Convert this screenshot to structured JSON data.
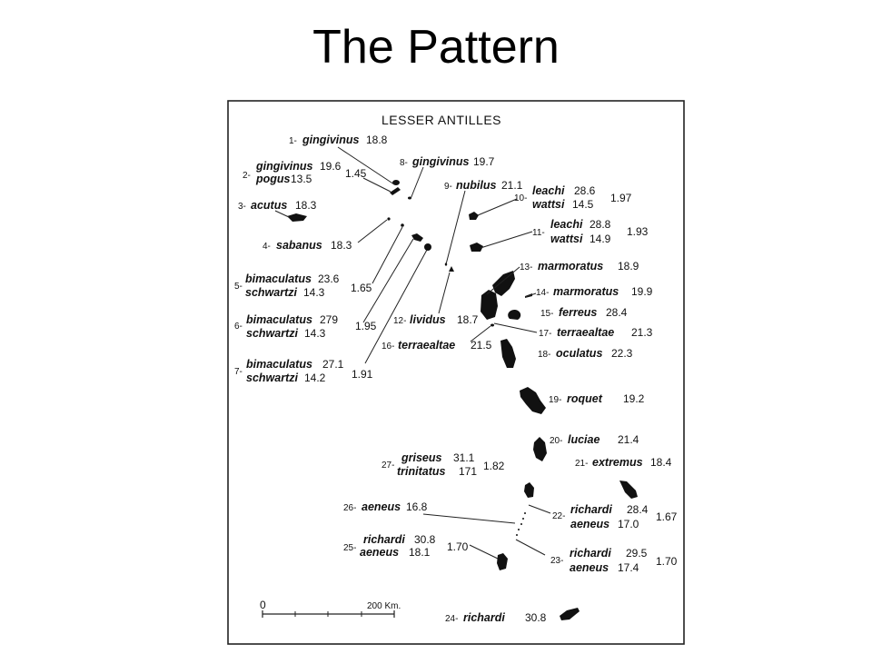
{
  "slide": {
    "title": "The Pattern"
  },
  "map": {
    "title": "LESSER ANTILLES",
    "scale_label_0": "0",
    "scale_label_200": "200 Km."
  },
  "labels": {
    "l1": {
      "num": "1-",
      "name": "gingivinus",
      "value": "18.8"
    },
    "l2": {
      "num": "2-",
      "name": "gingivinus",
      "value": "19.6",
      "name2": "pogus",
      "value2": "13.5",
      "ratio": "1.45"
    },
    "l3": {
      "num": "3-",
      "name": "acutus",
      "value": "18.3"
    },
    "l4": {
      "num": "4-",
      "name": "sabanus",
      "value": "18.3"
    },
    "l5": {
      "num": "5-",
      "name": "bimaculatus",
      "value": "23.6",
      "name2": "schwartzi",
      "value2": "14.3",
      "ratio": "1.65"
    },
    "l6": {
      "num": "6-",
      "name": "bimaculatus",
      "value": "279",
      "name2": "schwartzi",
      "value2": "14.3",
      "ratio": "1.95"
    },
    "l7": {
      "num": "7-",
      "name": "bimaculatus",
      "value": "27.1",
      "name2": "schwartzi",
      "value2": "14.2",
      "ratio": "1.91"
    },
    "l8": {
      "num": "8-",
      "name": "gingivinus",
      "value": "19.7"
    },
    "l9": {
      "num": "9-",
      "name": "nubilus",
      "value": "21.1"
    },
    "l10": {
      "num": "10-",
      "name": "leachi",
      "value": "28.6",
      "name2": "wattsi",
      "value2": "14.5",
      "ratio": "1.97"
    },
    "l11": {
      "num": "11-",
      "name": "leachi",
      "value": "28.8",
      "name2": "wattsi",
      "value2": "14.9",
      "ratio": "1.93"
    },
    "l12": {
      "num": "12-",
      "name": "lividus",
      "value": "18.7"
    },
    "l13": {
      "num": "13-",
      "name": "marmoratus",
      "value": "18.9"
    },
    "l14": {
      "num": "14-",
      "name": "marmoratus",
      "value": "19.9"
    },
    "l15": {
      "num": "15-",
      "name": "ferreus",
      "value": "28.4"
    },
    "l16": {
      "num": "16-",
      "name": "terraealtae",
      "value": "21.5"
    },
    "l17": {
      "num": "17-",
      "name": "terraealtae",
      "value": "21.3"
    },
    "l18": {
      "num": "18-",
      "name": "oculatus",
      "value": "22.3"
    },
    "l19": {
      "num": "19-",
      "name": "roquet",
      "value": "19.2"
    },
    "l20": {
      "num": "20-",
      "name": "luciae",
      "value": "21.4"
    },
    "l21": {
      "num": "21-",
      "name": "extremus",
      "value": "18.4"
    },
    "l22": {
      "num": "22-",
      "name": "richardi",
      "value": "28.4",
      "name2": "aeneus",
      "value2": "17.0",
      "ratio": "1.67"
    },
    "l23": {
      "num": "23-",
      "name": "richardi",
      "value": "29.5",
      "name2": "aeneus",
      "value2": "17.4",
      "ratio": "1.70"
    },
    "l24": {
      "num": "24-",
      "name": "richardi",
      "value": "30.8"
    },
    "l25": {
      "num": "25-",
      "name": "richardi",
      "value": "30.8",
      "name2": "aeneus",
      "value2": "18.1",
      "ratio": "1.70"
    },
    "l26": {
      "num": "26-",
      "name": "aeneus",
      "value": "16.8"
    },
    "l27": {
      "num": "27-",
      "name": "griseus",
      "value": "31.1",
      "name2": "trinitatus",
      "value2": "171",
      "ratio": "1.82"
    }
  }
}
